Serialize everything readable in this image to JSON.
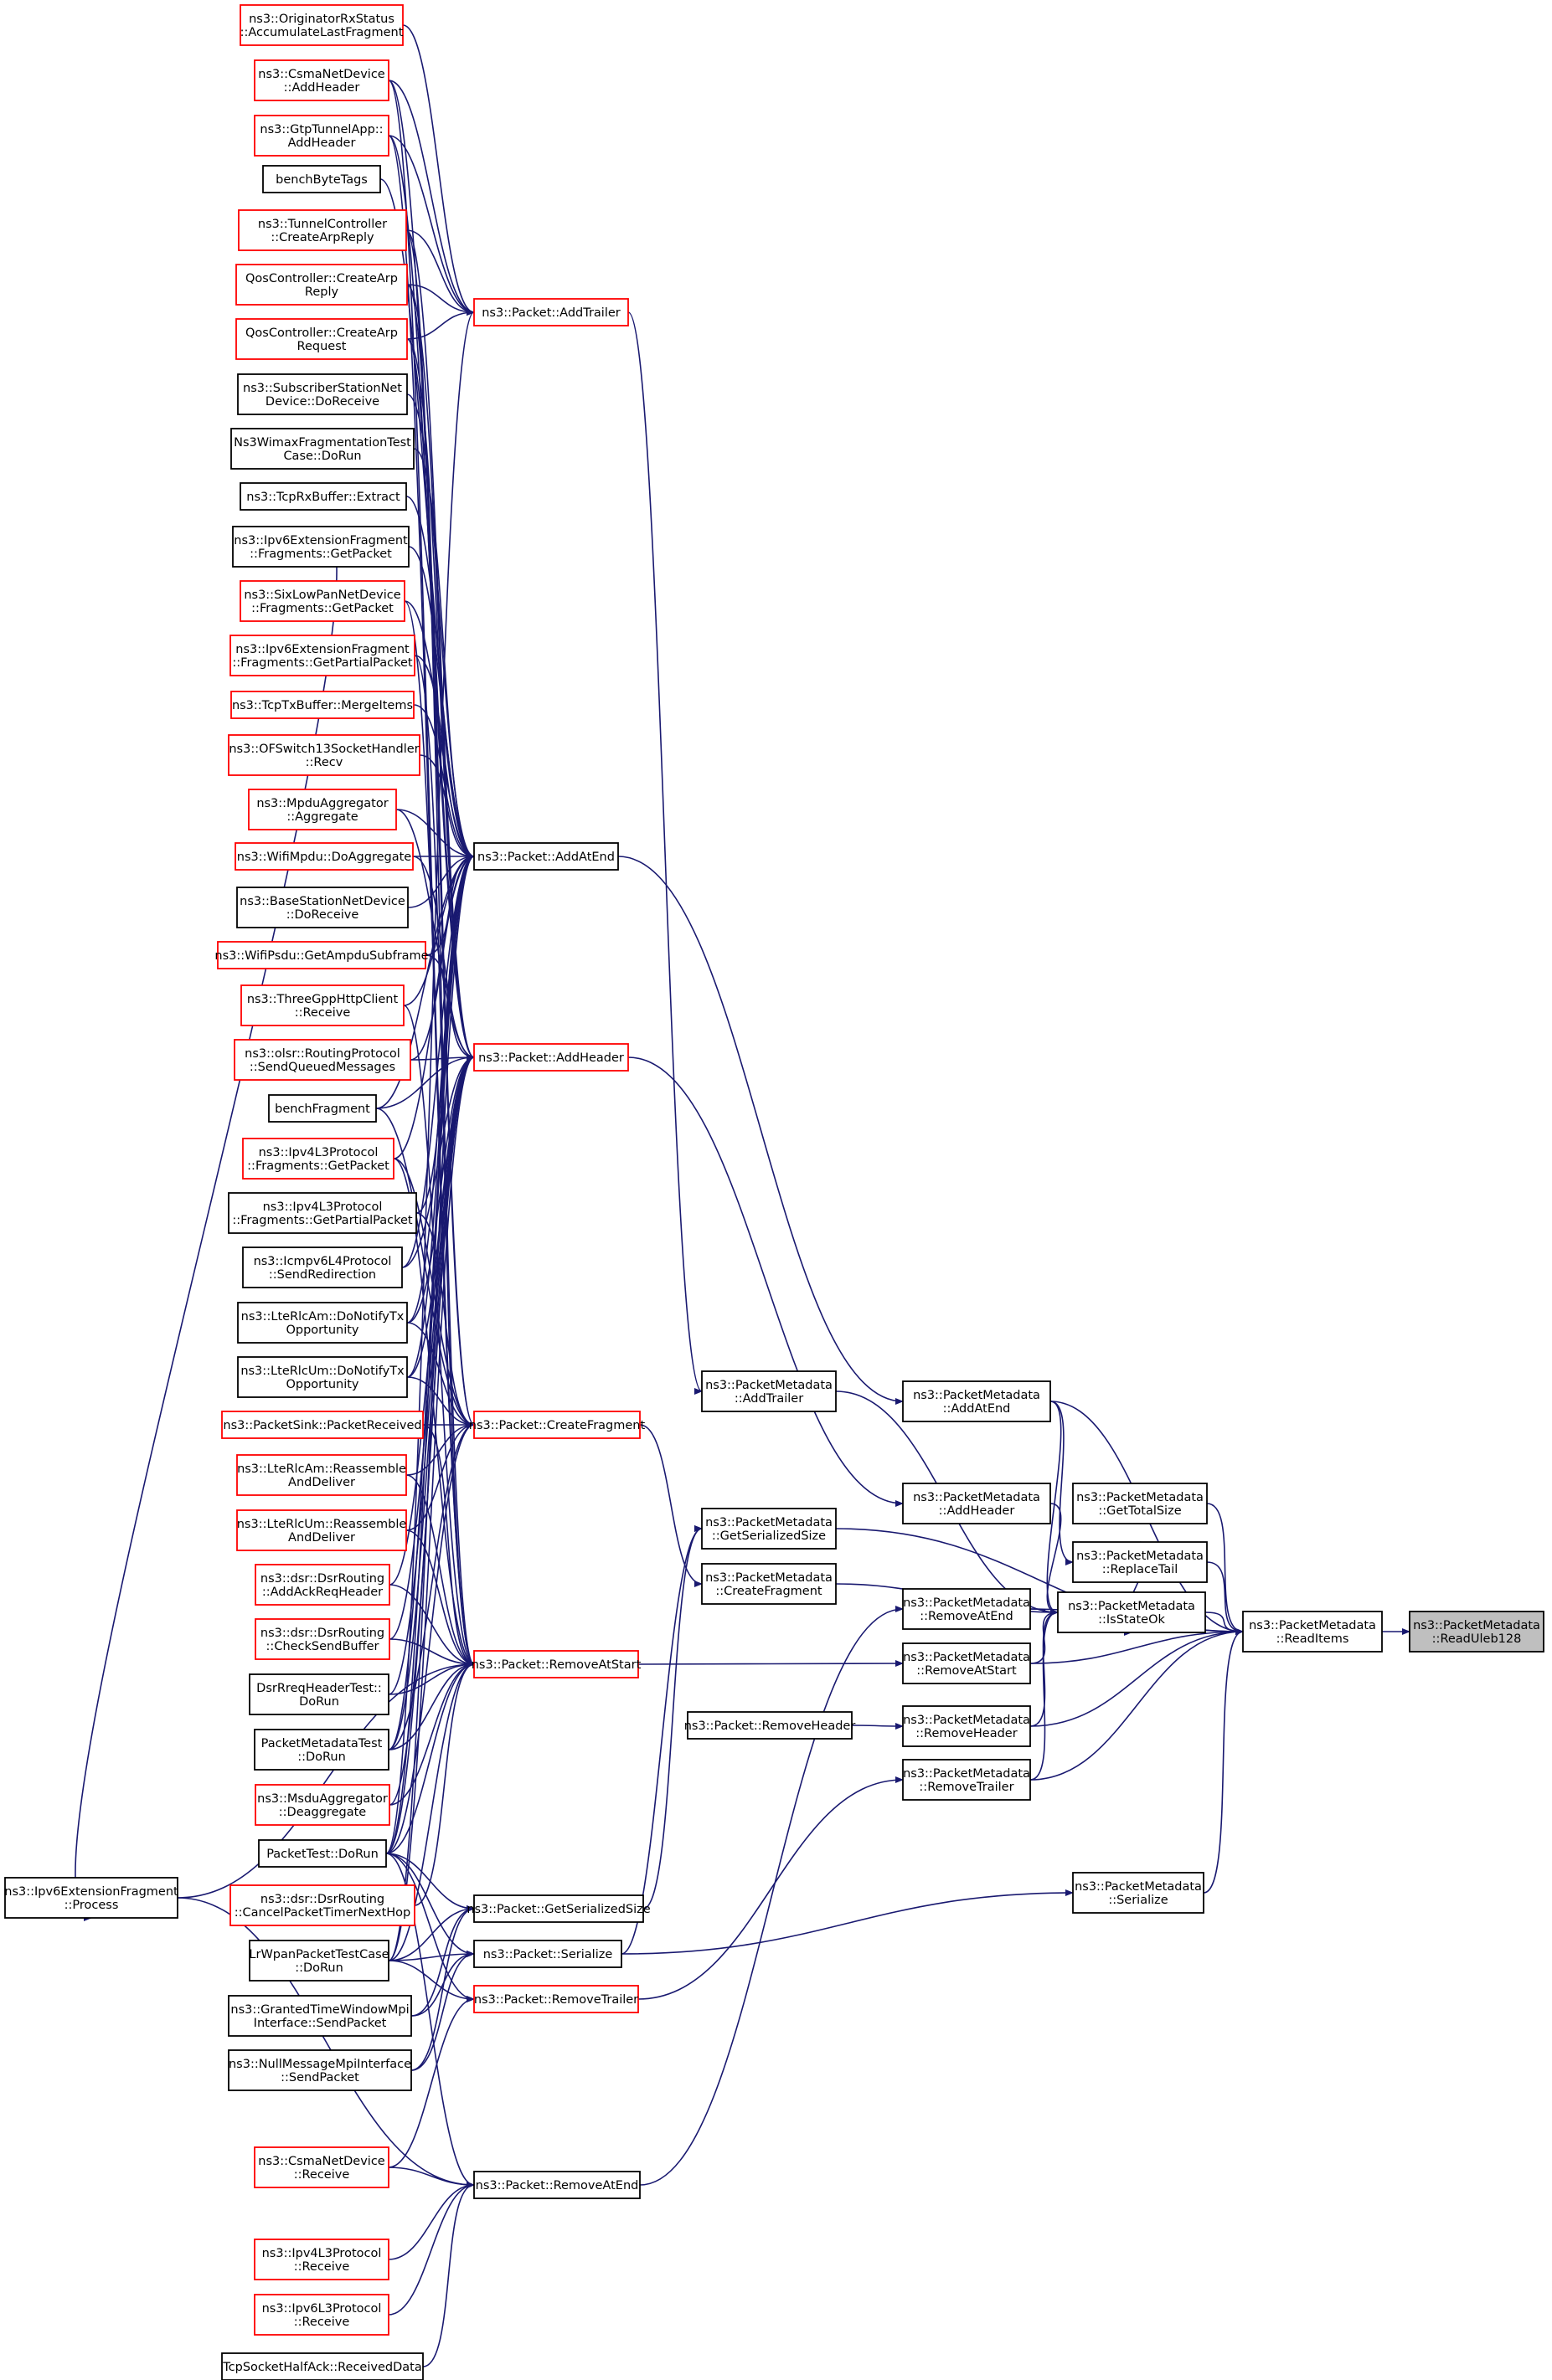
{
  "colors": {
    "edge": "#191970",
    "caller_border_red": "#ff0000",
    "caller_border_black": "#000000",
    "focus_fill": "#bfbfbf"
  },
  "nodes": [
    {
      "id": "n0",
      "lines": [
        "ns3::PacketMetadata",
        "::ReadUleb128"
      ],
      "border": "black",
      "focus": true
    },
    {
      "id": "n1",
      "lines": [
        "ns3::PacketMetadata",
        "::ReadItems"
      ],
      "border": "black"
    },
    {
      "id": "n2",
      "lines": [
        "ns3::PacketMetadata",
        "::IsStateOk"
      ],
      "border": "black"
    },
    {
      "id": "n3",
      "lines": [
        "ns3::PacketMetadata",
        "::AddAtEnd"
      ],
      "border": "black"
    },
    {
      "id": "n4",
      "lines": [
        "ns3::PacketMetadata",
        "::GetTotalSize"
      ],
      "border": "black"
    },
    {
      "id": "n5",
      "lines": [
        "ns3::PacketMetadata",
        "::ReplaceTail"
      ],
      "border": "black"
    },
    {
      "id": "n6",
      "lines": [
        "ns3::PacketMetadata",
        "::AddHeader"
      ],
      "border": "black"
    },
    {
      "id": "n7",
      "lines": [
        "ns3::PacketMetadata",
        "::AddTrailer"
      ],
      "border": "black"
    },
    {
      "id": "n8",
      "lines": [
        "ns3::PacketMetadata",
        "::GetSerializedSize"
      ],
      "border": "black"
    },
    {
      "id": "n9",
      "lines": [
        "ns3::PacketMetadata",
        "::CreateFragment"
      ],
      "border": "black"
    },
    {
      "id": "n10",
      "lines": [
        "ns3::PacketMetadata",
        "::RemoveAtEnd"
      ],
      "border": "black"
    },
    {
      "id": "n11",
      "lines": [
        "ns3::PacketMetadata",
        "::RemoveAtStart"
      ],
      "border": "black"
    },
    {
      "id": "n12",
      "lines": [
        "ns3::PacketMetadata",
        "::RemoveHeader"
      ],
      "border": "black"
    },
    {
      "id": "n13",
      "lines": [
        "ns3::PacketMetadata",
        "::RemoveTrailer"
      ],
      "border": "black"
    },
    {
      "id": "n14",
      "lines": [
        "ns3::PacketMetadata",
        "::Serialize"
      ],
      "border": "black"
    },
    {
      "id": "n15",
      "lines": [
        "ns3::Packet::RemoveHeader"
      ],
      "border": "black"
    },
    {
      "id": "n16",
      "lines": [
        "ns3::Packet::AddTrailer"
      ],
      "border": "red"
    },
    {
      "id": "n17",
      "lines": [
        "ns3::Packet::AddAtEnd"
      ],
      "border": "black"
    },
    {
      "id": "n18",
      "lines": [
        "ns3::Packet::AddHeader"
      ],
      "border": "red"
    },
    {
      "id": "n19",
      "lines": [
        "ns3::Packet::CreateFragment"
      ],
      "border": "red"
    },
    {
      "id": "n20",
      "lines": [
        "ns3::Packet::RemoveAtStart"
      ],
      "border": "red"
    },
    {
      "id": "n21",
      "lines": [
        "ns3::Packet::GetSerializedSize"
      ],
      "border": "black"
    },
    {
      "id": "n22",
      "lines": [
        "ns3::Packet::Serialize"
      ],
      "border": "black"
    },
    {
      "id": "n23",
      "lines": [
        "ns3::Packet::RemoveTrailer"
      ],
      "border": "red"
    },
    {
      "id": "n24",
      "lines": [
        "ns3::Packet::RemoveAtEnd"
      ],
      "border": "black"
    },
    {
      "id": "c0",
      "lines": [
        "ns3::OriginatorRxStatus",
        "::AccumulateLastFragment"
      ],
      "border": "red"
    },
    {
      "id": "c1",
      "lines": [
        "ns3::CsmaNetDevice",
        "::AddHeader"
      ],
      "border": "red"
    },
    {
      "id": "c2",
      "lines": [
        "ns3::GtpTunnelApp::",
        "AddHeader"
      ],
      "border": "red"
    },
    {
      "id": "c3",
      "lines": [
        "benchByteTags"
      ],
      "border": "black"
    },
    {
      "id": "c4",
      "lines": [
        "ns3::TunnelController",
        "::CreateArpReply"
      ],
      "border": "red"
    },
    {
      "id": "c5",
      "lines": [
        "QosController::CreateArp",
        "Reply"
      ],
      "border": "red"
    },
    {
      "id": "c6",
      "lines": [
        "QosController::CreateArp",
        "Request"
      ],
      "border": "red"
    },
    {
      "id": "c7",
      "lines": [
        "ns3::SubscriberStationNet",
        "Device::DoReceive"
      ],
      "border": "black"
    },
    {
      "id": "c8",
      "lines": [
        "Ns3WimaxFragmentationTest",
        "Case::DoRun"
      ],
      "border": "black"
    },
    {
      "id": "c9",
      "lines": [
        "ns3::TcpRxBuffer::Extract"
      ],
      "border": "black"
    },
    {
      "id": "c10",
      "lines": [
        "ns3::Ipv6ExtensionFragment",
        "::Fragments::GetPacket"
      ],
      "border": "black"
    },
    {
      "id": "c11",
      "lines": [
        "ns3::SixLowPanNetDevice",
        "::Fragments::GetPacket"
      ],
      "border": "red"
    },
    {
      "id": "c12",
      "lines": [
        "ns3::Ipv6ExtensionFragment",
        "::Fragments::GetPartialPacket"
      ],
      "border": "red"
    },
    {
      "id": "c13",
      "lines": [
        "ns3::TcpTxBuffer::MergeItems"
      ],
      "border": "red"
    },
    {
      "id": "c14",
      "lines": [
        "ns3::OFSwitch13SocketHandler",
        "::Recv"
      ],
      "border": "red"
    },
    {
      "id": "c15",
      "lines": [
        "ns3::MpduAggregator",
        "::Aggregate"
      ],
      "border": "red"
    },
    {
      "id": "c16",
      "lines": [
        "ns3::WifiMpdu::DoAggregate"
      ],
      "border": "red"
    },
    {
      "id": "c17",
      "lines": [
        "ns3::BaseStationNetDevice",
        "::DoReceive"
      ],
      "border": "black"
    },
    {
      "id": "c18",
      "lines": [
        "ns3::WifiPsdu::GetAmpduSubframe"
      ],
      "border": "red"
    },
    {
      "id": "c19",
      "lines": [
        "ns3::ThreeGppHttpClient",
        "::Receive"
      ],
      "border": "red"
    },
    {
      "id": "c20",
      "lines": [
        "ns3::olsr::RoutingProtocol",
        "::SendQueuedMessages"
      ],
      "border": "red"
    },
    {
      "id": "c21",
      "lines": [
        "benchFragment"
      ],
      "border": "black"
    },
    {
      "id": "c22",
      "lines": [
        "ns3::Ipv4L3Protocol",
        "::Fragments::GetPacket"
      ],
      "border": "red"
    },
    {
      "id": "c23",
      "lines": [
        "ns3::Ipv4L3Protocol",
        "::Fragments::GetPartialPacket"
      ],
      "border": "black"
    },
    {
      "id": "c24",
      "lines": [
        "ns3::Icmpv6L4Protocol",
        "::SendRedirection"
      ],
      "border": "black"
    },
    {
      "id": "c25",
      "lines": [
        "ns3::LteRlcAm::DoNotifyTx",
        "Opportunity"
      ],
      "border": "black"
    },
    {
      "id": "c26",
      "lines": [
        "ns3::LteRlcUm::DoNotifyTx",
        "Opportunity"
      ],
      "border": "black"
    },
    {
      "id": "c27",
      "lines": [
        "ns3::PacketSink::PacketReceived"
      ],
      "border": "red"
    },
    {
      "id": "c28",
      "lines": [
        "ns3::LteRlcAm::Reassemble",
        "AndDeliver"
      ],
      "border": "red"
    },
    {
      "id": "c29",
      "lines": [
        "ns3::LteRlcUm::Reassemble",
        "AndDeliver"
      ],
      "border": "red"
    },
    {
      "id": "c30",
      "lines": [
        "ns3::dsr::DsrRouting",
        "::AddAckReqHeader"
      ],
      "border": "red"
    },
    {
      "id": "c31",
      "lines": [
        "ns3::dsr::DsrRouting",
        "::CheckSendBuffer"
      ],
      "border": "red"
    },
    {
      "id": "c32",
      "lines": [
        "DsrRreqHeaderTest::",
        "DoRun"
      ],
      "border": "black"
    },
    {
      "id": "c33",
      "lines": [
        "PacketMetadataTest",
        "::DoRun"
      ],
      "border": "black"
    },
    {
      "id": "c34",
      "lines": [
        "ns3::MsduAggregator",
        "::Deaggregate"
      ],
      "border": "red"
    },
    {
      "id": "c35",
      "lines": [
        "PacketTest::DoRun"
      ],
      "border": "black"
    },
    {
      "id": "c36",
      "lines": [
        "ns3::dsr::DsrRouting",
        "::CancelPacketTimerNextHop"
      ],
      "border": "red"
    },
    {
      "id": "c37",
      "lines": [
        "LrWpanPacketTestCase",
        "::DoRun"
      ],
      "border": "black"
    },
    {
      "id": "c38",
      "lines": [
        "ns3::GrantedTimeWindowMpi",
        "Interface::SendPacket"
      ],
      "border": "black"
    },
    {
      "id": "c39",
      "lines": [
        "ns3::NullMessageMpiInterface",
        "::SendPacket"
      ],
      "border": "black"
    },
    {
      "id": "c40",
      "lines": [
        "ns3::CsmaNetDevice",
        "::Receive"
      ],
      "border": "red"
    },
    {
      "id": "c41",
      "lines": [
        "ns3::Ipv4L3Protocol",
        "::Receive"
      ],
      "border": "red"
    },
    {
      "id": "c42",
      "lines": [
        "ns3::Ipv6L3Protocol",
        "::Receive"
      ],
      "border": "red"
    },
    {
      "id": "c43",
      "lines": [
        "TcpSocketHalfAck::ReceivedData"
      ],
      "border": "black"
    },
    {
      "id": "c44",
      "lines": [
        "ns3::Ipv6ExtensionFragment",
        "::Process"
      ],
      "border": "black"
    }
  ],
  "edges": [
    [
      "n1",
      "n0"
    ],
    [
      "n2",
      "n1"
    ],
    [
      "n3",
      "n1"
    ],
    [
      "n4",
      "n1"
    ],
    [
      "n5",
      "n1"
    ],
    [
      "n8",
      "n1"
    ],
    [
      "n10",
      "n1"
    ],
    [
      "n11",
      "n1"
    ],
    [
      "n12",
      "n1"
    ],
    [
      "n13",
      "n1"
    ],
    [
      "n14",
      "n1"
    ],
    [
      "n3",
      "n2"
    ],
    [
      "n6",
      "n2"
    ],
    [
      "n7",
      "n2"
    ],
    [
      "n9",
      "n2"
    ],
    [
      "n10",
      "n2"
    ],
    [
      "n11",
      "n2"
    ],
    [
      "n12",
      "n2"
    ],
    [
      "n13",
      "n2"
    ],
    [
      "n5",
      "n2"
    ],
    [
      "n3",
      "n5"
    ],
    [
      "n15",
      "n12"
    ],
    [
      "n17",
      "n3"
    ],
    [
      "n18",
      "n6"
    ],
    [
      "n16",
      "n7"
    ],
    [
      "n19",
      "n9"
    ],
    [
      "n20",
      "n11"
    ],
    [
      "n24",
      "n10"
    ],
    [
      "n23",
      "n13"
    ],
    [
      "n21",
      "n8"
    ],
    [
      "n22",
      "n14"
    ],
    [
      "n22",
      "n8"
    ],
    [
      "c0",
      "n16"
    ],
    [
      "c1",
      "n16"
    ],
    [
      "c2",
      "n16"
    ],
    [
      "c4",
      "n16"
    ],
    [
      "c5",
      "n16"
    ],
    [
      "c6",
      "n16"
    ],
    [
      "c35",
      "n16"
    ],
    [
      "c7",
      "n17"
    ],
    [
      "c8",
      "n17"
    ],
    [
      "c9",
      "n17"
    ],
    [
      "c10",
      "n17"
    ],
    [
      "c11",
      "n17"
    ],
    [
      "c12",
      "n17"
    ],
    [
      "c13",
      "n17"
    ],
    [
      "c14",
      "n17"
    ],
    [
      "c15",
      "n17"
    ],
    [
      "c16",
      "n17"
    ],
    [
      "c17",
      "n17"
    ],
    [
      "c18",
      "n17"
    ],
    [
      "c19",
      "n17"
    ],
    [
      "c20",
      "n17"
    ],
    [
      "c21",
      "n17"
    ],
    [
      "c22",
      "n17"
    ],
    [
      "c23",
      "n17"
    ],
    [
      "c24",
      "n17"
    ],
    [
      "c25",
      "n17"
    ],
    [
      "c26",
      "n17"
    ],
    [
      "c33",
      "n17"
    ],
    [
      "c35",
      "n17"
    ],
    [
      "c37",
      "n17"
    ],
    [
      "c3",
      "n17"
    ],
    [
      "c1",
      "n18"
    ],
    [
      "c2",
      "n18"
    ],
    [
      "c4",
      "n18"
    ],
    [
      "c5",
      "n18"
    ],
    [
      "c6",
      "n18"
    ],
    [
      "c15",
      "n18"
    ],
    [
      "c16",
      "n18"
    ],
    [
      "c18",
      "n18"
    ],
    [
      "c20",
      "n18"
    ],
    [
      "c21",
      "n18"
    ],
    [
      "c24",
      "n18"
    ],
    [
      "c25",
      "n18"
    ],
    [
      "c26",
      "n18"
    ],
    [
      "c30",
      "n18"
    ],
    [
      "c31",
      "n18"
    ],
    [
      "c32",
      "n18"
    ],
    [
      "c33",
      "n18"
    ],
    [
      "c34",
      "n18"
    ],
    [
      "c35",
      "n18"
    ],
    [
      "c37",
      "n18"
    ],
    [
      "c21",
      "n19"
    ],
    [
      "c22",
      "n19"
    ],
    [
      "c23",
      "n19"
    ],
    [
      "c25",
      "n19"
    ],
    [
      "c26",
      "n19"
    ],
    [
      "c27",
      "n19"
    ],
    [
      "c28",
      "n19"
    ],
    [
      "c29",
      "n19"
    ],
    [
      "c33",
      "n19"
    ],
    [
      "c35",
      "n19"
    ],
    [
      "c5",
      "n19"
    ],
    [
      "c6",
      "n19"
    ],
    [
      "c11",
      "n20"
    ],
    [
      "c12",
      "n20"
    ],
    [
      "c19",
      "n20"
    ],
    [
      "c22",
      "n20"
    ],
    [
      "c27",
      "n20"
    ],
    [
      "c28",
      "n20"
    ],
    [
      "c29",
      "n20"
    ],
    [
      "c30",
      "n20"
    ],
    [
      "c31",
      "n20"
    ],
    [
      "c32",
      "n20"
    ],
    [
      "c33",
      "n20"
    ],
    [
      "c34",
      "n20"
    ],
    [
      "c35",
      "n20"
    ],
    [
      "c36",
      "n20"
    ],
    [
      "c37",
      "n20"
    ],
    [
      "c2",
      "n20"
    ],
    [
      "c1",
      "n20"
    ],
    [
      "c4",
      "n20"
    ],
    [
      "c44",
      "n20"
    ],
    [
      "c35",
      "n21"
    ],
    [
      "c37",
      "n21"
    ],
    [
      "c38",
      "n21"
    ],
    [
      "c39",
      "n21"
    ],
    [
      "c35",
      "n22"
    ],
    [
      "c37",
      "n22"
    ],
    [
      "c38",
      "n22"
    ],
    [
      "c39",
      "n22"
    ],
    [
      "c35",
      "n23"
    ],
    [
      "c37",
      "n23"
    ],
    [
      "c40",
      "n23"
    ],
    [
      "c35",
      "n24"
    ],
    [
      "c40",
      "n24"
    ],
    [
      "c41",
      "n24"
    ],
    [
      "c42",
      "n24"
    ],
    [
      "c43",
      "n24"
    ],
    [
      "c44",
      "n24"
    ],
    [
      "c10",
      "c44"
    ]
  ]
}
